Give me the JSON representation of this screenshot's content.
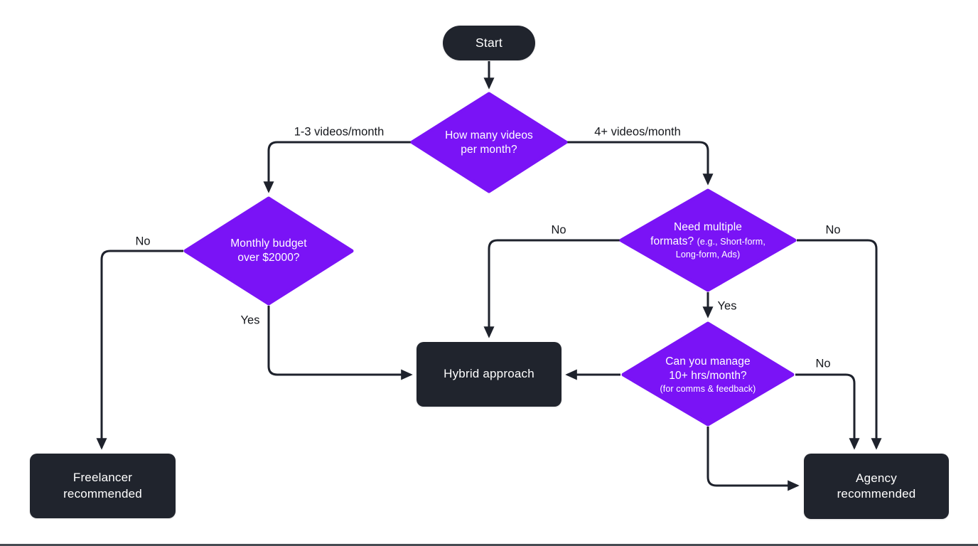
{
  "diagram": {
    "type": "flowchart",
    "topic": "Freelancer vs Agency decision flow",
    "colors": {
      "decision_fill": "#7a13f6",
      "node_fill": "#20242d",
      "connector": "#1e222c",
      "node_text": "#ffffff",
      "label_text": "#15171c",
      "background": "#ffffff"
    },
    "nodes": {
      "start": {
        "label": "Start"
      },
      "videos_per_month": {
        "lines": [
          "How many videos",
          "per month?"
        ]
      },
      "monthly_budget": {
        "lines": [
          "Monthly budget",
          "over $2000?"
        ]
      },
      "need_formats": {
        "line1": "Need multiple",
        "line2_main": "formats?",
        "line2_note": "(e.g., Short-form,",
        "line3_note": "Long-form, Ads)"
      },
      "manage_hours": {
        "line1": "Can you manage",
        "line2": "10+ hrs/month?",
        "note": "(for comms & feedback)"
      },
      "freelancer": {
        "lines": [
          "Freelancer",
          "recommended"
        ]
      },
      "hybrid": {
        "label": "Hybrid approach"
      },
      "agency": {
        "lines": [
          "Agency",
          "recommended"
        ]
      }
    },
    "edge_labels": {
      "videos_low": "1-3 videos/month",
      "videos_high": "4+ videos/month",
      "budget_no": "No",
      "budget_yes": "Yes",
      "formats_no_left": "No",
      "formats_yes": "Yes",
      "formats_no_right": "No",
      "manage_no": "No"
    }
  }
}
